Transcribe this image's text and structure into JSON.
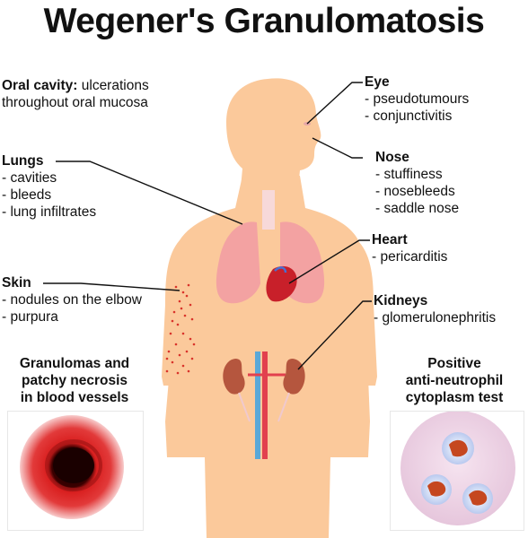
{
  "title": "Wegener's Granulomatosis",
  "oral": {
    "heading": "Oral cavity:",
    "text1": "ulcerations",
    "text2": "throughout oral mucosa"
  },
  "lungs": {
    "heading": "Lungs",
    "items": [
      "- cavities",
      "- bleeds",
      "- lung infiltrates"
    ]
  },
  "skin": {
    "heading": "Skin",
    "items": [
      "- nodules on the elbow",
      "- purpura"
    ]
  },
  "eye": {
    "heading": "Eye",
    "items": [
      "- pseudotumours",
      "- conjunctivitis"
    ]
  },
  "nose": {
    "heading": "Nose",
    "items": [
      "- stuffiness",
      "- nosebleeds",
      "- saddle nose"
    ]
  },
  "heart": {
    "heading": "Heart",
    "items": [
      "- pericarditis"
    ]
  },
  "kidneys": {
    "heading": "Kidneys",
    "items": [
      "- glomerulonephritis"
    ]
  },
  "granulomas_caption": [
    "Granulomas and",
    "patchy necrosis",
    "in blood vessels"
  ],
  "anca_caption": [
    "Positive",
    "anti-neutrophil",
    "cytoplasm test"
  ],
  "colors": {
    "skin": "#fbc99b",
    "lung": "#f3a2a2",
    "artery": "#e2404e",
    "vein": "#5aa8d8",
    "text": "#111111"
  }
}
